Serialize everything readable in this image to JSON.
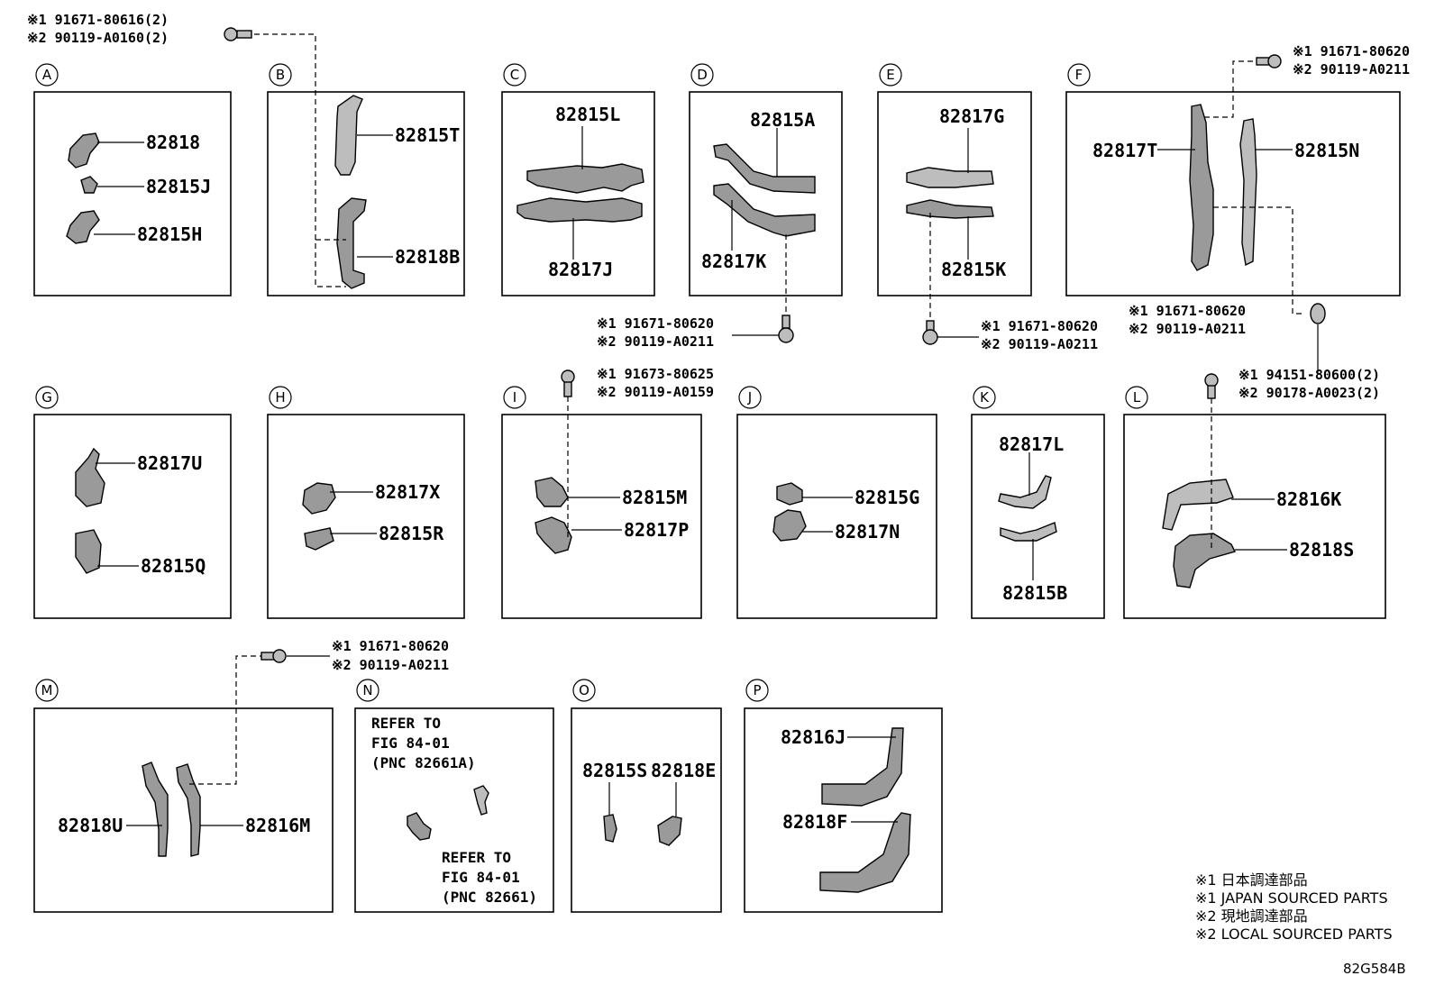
{
  "sections": [
    {
      "letter": "A",
      "parts": [
        {
          "pn": "82818"
        },
        {
          "pn": "82815J"
        },
        {
          "pn": "82815H"
        }
      ]
    },
    {
      "letter": "B",
      "parts": [
        {
          "pn": "82815T"
        },
        {
          "pn": "82818B"
        }
      ]
    },
    {
      "letter": "C",
      "parts": [
        {
          "pn": "82815L"
        },
        {
          "pn": "82817J"
        }
      ]
    },
    {
      "letter": "D",
      "parts": [
        {
          "pn": "82815A"
        },
        {
          "pn": "82817K"
        }
      ]
    },
    {
      "letter": "E",
      "parts": [
        {
          "pn": "82817G"
        },
        {
          "pn": "82815K"
        }
      ]
    },
    {
      "letter": "F",
      "parts": [
        {
          "pn": "82817T"
        },
        {
          "pn": "82815N"
        }
      ]
    },
    {
      "letter": "G",
      "parts": [
        {
          "pn": "82817U"
        },
        {
          "pn": "82815Q"
        }
      ]
    },
    {
      "letter": "H",
      "parts": [
        {
          "pn": "82817X"
        },
        {
          "pn": "82815R"
        }
      ]
    },
    {
      "letter": "I",
      "parts": [
        {
          "pn": "82815M"
        },
        {
          "pn": "82817P"
        }
      ]
    },
    {
      "letter": "J",
      "parts": [
        {
          "pn": "82815G"
        },
        {
          "pn": "82817N"
        }
      ]
    },
    {
      "letter": "K",
      "parts": [
        {
          "pn": "82817L"
        },
        {
          "pn": "82815B"
        }
      ]
    },
    {
      "letter": "L",
      "parts": [
        {
          "pn": "82816K"
        },
        {
          "pn": "82818S"
        }
      ]
    },
    {
      "letter": "M",
      "parts": [
        {
          "pn": "82818U"
        },
        {
          "pn": "82816M"
        }
      ]
    },
    {
      "letter": "N",
      "refs": [
        {
          "lines": [
            "REFER TO",
            "FIG 84-01",
            "(PNC 82661A)"
          ]
        },
        {
          "lines": [
            "REFER TO",
            "FIG 84-01",
            "(PNC 82661)"
          ]
        }
      ]
    },
    {
      "letter": "O",
      "parts": [
        {
          "pn": "82815S"
        },
        {
          "pn": "82818E"
        }
      ]
    },
    {
      "letter": "P",
      "parts": [
        {
          "pn": "82816J"
        },
        {
          "pn": "82818F"
        }
      ]
    }
  ],
  "fasteners": [
    {
      "l1": "※1 91671-80616(2)",
      "l2": "※2 90119-A0160(2)"
    },
    {
      "l1": "※1 91671-80620",
      "l2": "※2 90119-A0211"
    },
    {
      "l1": "※1 91671-80620",
      "l2": "※2 90119-A0211"
    },
    {
      "l1": "※1 91671-80620",
      "l2": "※2 90119-A0211"
    },
    {
      "l1": "※1 91671-80620",
      "l2": "※2 90119-A0211"
    },
    {
      "l1": "※1 94151-80600(2)",
      "l2": "※2 90178-A0023(2)"
    },
    {
      "l1": "※1 91673-80625",
      "l2": "※2 90119-A0159"
    },
    {
      "l1": "※1 91671-80620",
      "l2": "※2 90119-A0211"
    }
  ],
  "legend": [
    "※1 日本調達部品",
    "※1 JAPAN SOURCED PARTS",
    "※2 現地調達部品",
    "※2 LOCAL SOURCED PARTS"
  ],
  "figure_code": "82G584B"
}
